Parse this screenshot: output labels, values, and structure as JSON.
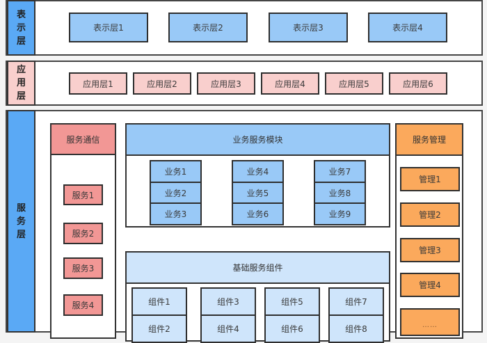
{
  "presentation_layer": {
    "label_chars": [
      "表",
      "示",
      "层"
    ],
    "items": [
      "表示层1",
      "表示层2",
      "表示层3",
      "表示层4"
    ],
    "color": "#99c9f7",
    "label_color": "#5aa9f5"
  },
  "application_layer": {
    "label_chars": [
      "应",
      "用",
      "层"
    ],
    "items": [
      "应用层1",
      "应用层2",
      "应用层3",
      "应用层4",
      "应用层5",
      "应用层6"
    ],
    "color": "#f9cfcd"
  },
  "service_layer": {
    "label_chars": [
      "服",
      "务",
      "层"
    ],
    "label_color": "#5aa9f5",
    "communication": {
      "title": "服务通信",
      "items": [
        "服务1",
        "服务2",
        "服务3",
        "服务4"
      ],
      "color": "#f29795"
    },
    "business_module": {
      "title": "业务服务模块",
      "columns": [
        [
          "业务1",
          "业务2",
          "业务3"
        ],
        [
          "业务4",
          "业务5",
          "业务6"
        ],
        [
          "业务7",
          "业务8",
          "业务9"
        ]
      ],
      "color": "#99c9f7"
    },
    "base_components": {
      "title": "基础服务组件",
      "columns": [
        [
          "组件1",
          "组件2"
        ],
        [
          "组件3",
          "组件4"
        ],
        [
          "组件5",
          "组件6"
        ],
        [
          "组件7",
          "组件8"
        ]
      ],
      "color": "#cfe5fb"
    },
    "management": {
      "title": "服务管理",
      "items": [
        "管理1",
        "管理2",
        "管理3",
        "管理4",
        "……"
      ],
      "color": "#fba95c"
    }
  }
}
